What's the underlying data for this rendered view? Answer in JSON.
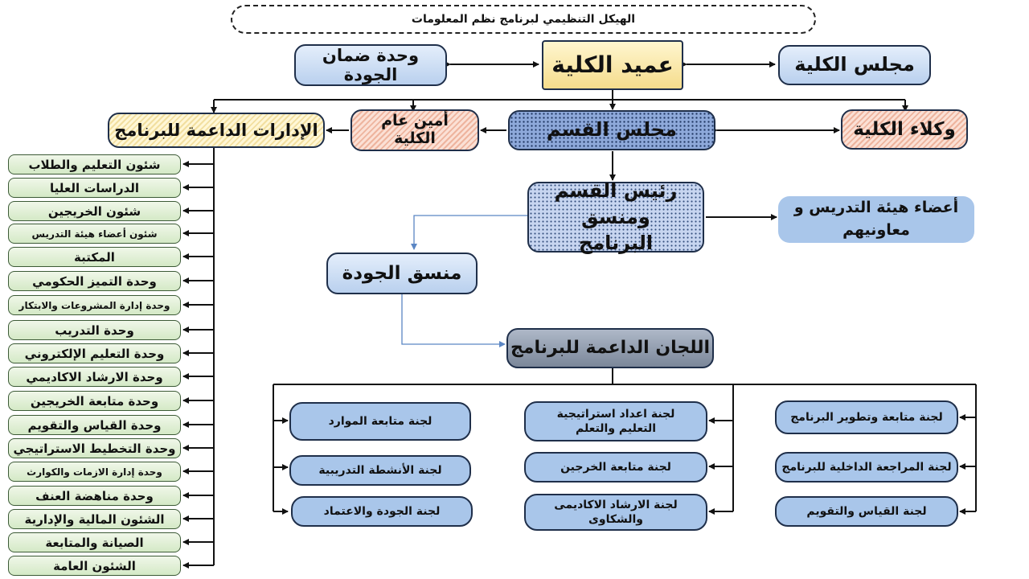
{
  "title": "الهيكل التنظيمي لبرنامج نظم المعلومات",
  "nodes": {
    "dean": "عميد الكلية",
    "council": "مجلس الكلية",
    "qa_unit": "وحدة ضمان الجودة",
    "vice_deans": "وكلاء الكلية",
    "dept_council": "مجلس القسم",
    "secretary": "أمين عام الكلية",
    "support_admin": "الإدارات الداعمة للبرنامج",
    "head": "رئيس القسم ومنسق البرنامج",
    "faculty": "أعضاء هيئة التدريس و معاونيهم",
    "quality_coord": "منسق الجودة",
    "committees": "اللجان الداعمة للبرنامج"
  },
  "committee_items": [
    "لجنة متابعة وتطوير البرنامج",
    "لجنة المراجعة الداخلية للبرنامج",
    "لجنة القياس والتقويم",
    "لجنة اعداد استراتيجية التعليم والتعلم",
    "لجنة متابعة الخرجين",
    "لجنة الارشاد الاكاديمى والشكاوى",
    "لجنة متابعة الموارد",
    "لجنة الأنشطة التدريبية",
    "لجنة  الجودة والاعتماد"
  ],
  "admin_items": [
    "شئون التعليم والطلاب",
    "الدراسات العليا",
    "شئون الخريجين",
    "شئون أعضاء هيئة التدريس",
    "المكتبة",
    "وحدة التميز الحكومي",
    "وحدة إدارة المشروعات والابتكار",
    "وحدة التدريب",
    "وحدة التعليم الإلكتروني",
    "وحدة الارشاد الاكاديمي",
    "وحدة متابعة الخريجين",
    "وحدة القياس والتقويم",
    "وحدة التخطيط الاستراتيجي",
    "وحدة إدارة الازمات والكوارث",
    "وحدة مناهضة العنف",
    "الشئون المالية والإدارية",
    "الصيانة والمتابعة",
    "الشئون العامة"
  ],
  "colors": {
    "line": "#111111",
    "thin_link": "#5b86c4"
  }
}
